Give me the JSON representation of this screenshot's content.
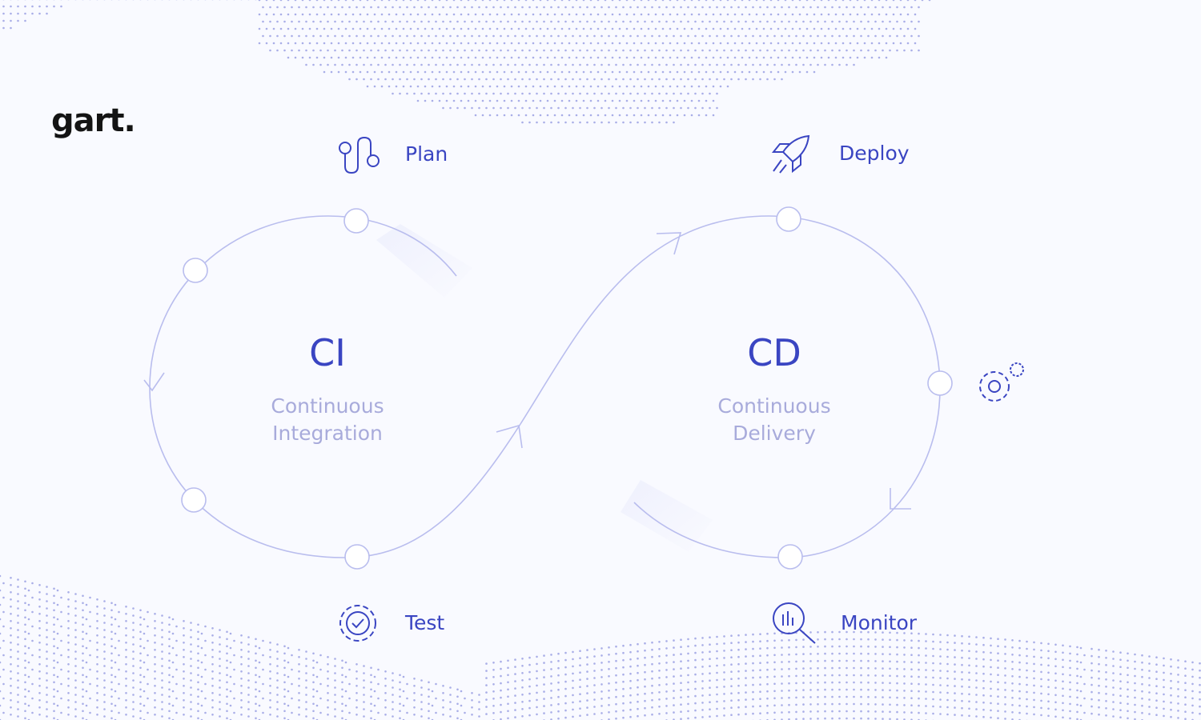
{
  "logo": {
    "text": "gart."
  },
  "stages": {
    "plan": {
      "label": "Plan",
      "icon": "route-icon"
    },
    "deploy": {
      "label": "Deploy",
      "icon": "rocket-icon"
    },
    "test": {
      "label": "Test",
      "icon": "gear-check-icon"
    },
    "monitor": {
      "label": "Monitor",
      "icon": "analytics-search-icon"
    },
    "operate": {
      "icon": "gears-icon"
    }
  },
  "ci": {
    "title": "CI",
    "line1": "Continuous",
    "line2": "Integration"
  },
  "cd": {
    "title": "CD",
    "line1": "Continuous",
    "line2": "Delivery"
  },
  "colors": {
    "accent": "#3a45c2",
    "line": "#b9bdee",
    "subtext": "#a8abdb",
    "dots": "#8f95e0",
    "background": "#f9faff"
  }
}
